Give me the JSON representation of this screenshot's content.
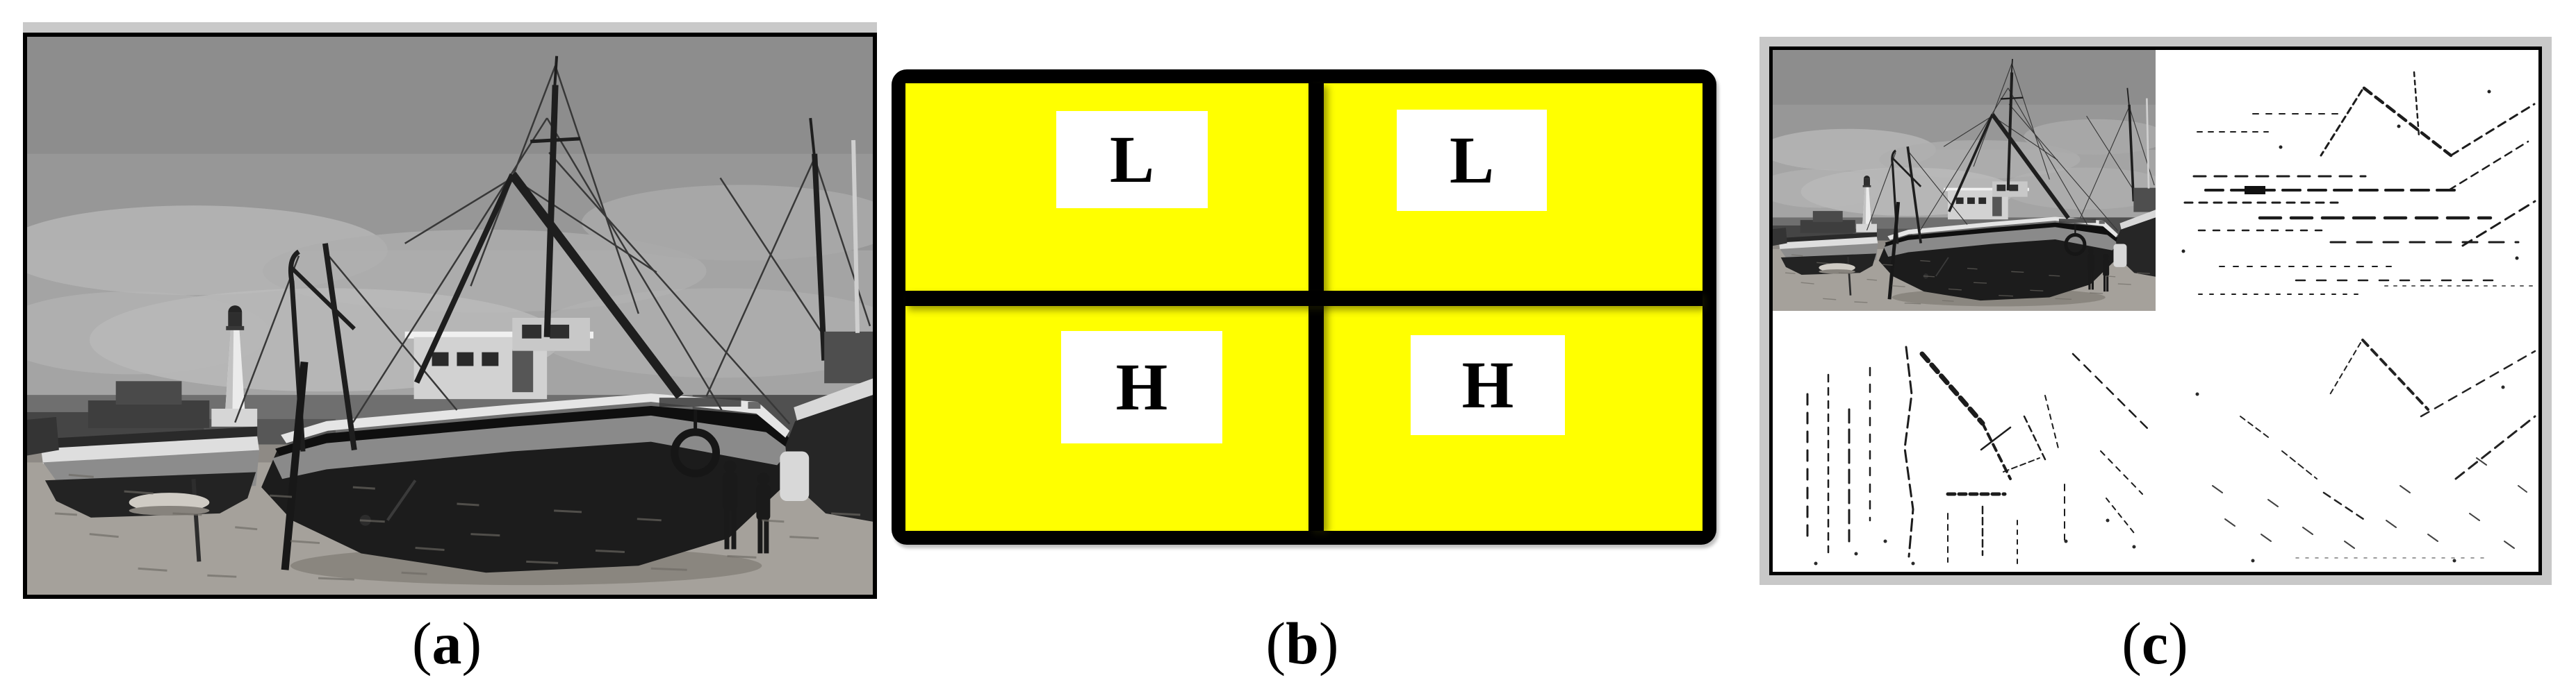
{
  "figure": {
    "panels": [
      {
        "id": "a",
        "caption_parts": [
          "(",
          "a",
          ")"
        ]
      },
      {
        "id": "b",
        "caption_parts": [
          "(",
          "b",
          ")"
        ],
        "cells": [
          {
            "label": "L"
          },
          {
            "label": "L"
          },
          {
            "label": "H"
          },
          {
            "label": "H"
          }
        ]
      },
      {
        "id": "c",
        "caption_parts": [
          "(",
          "c",
          ")"
        ]
      }
    ],
    "colors": {
      "band_fill": "#FFFF00",
      "band_border": "#000000",
      "panel_c_frame_gray": "#C8C8C8",
      "panel_a_matte_gray": "#C9C9C9",
      "background": "#FFFFFF"
    }
  }
}
